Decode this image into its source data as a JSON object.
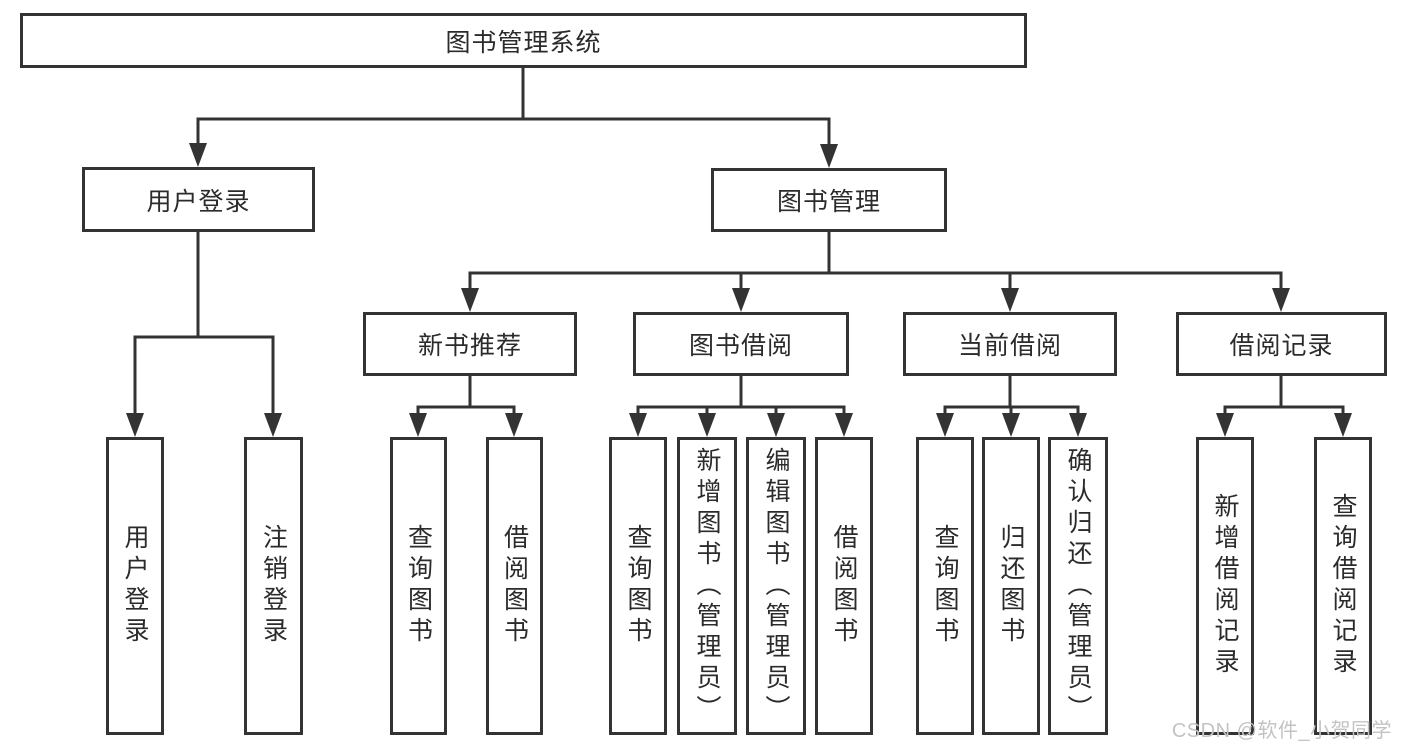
{
  "colors": {
    "background": "#ffffff",
    "line": "#333333",
    "box_border": "#333333",
    "box_fill": "#ffffff",
    "text": "#2b2b2b",
    "watermark": "#c3c3c3"
  },
  "watermark": {
    "text": "CSDN @软件_小贺同学"
  },
  "tree": {
    "root": {
      "label": "图书管理系统"
    },
    "branches": [
      {
        "label": "用户登录",
        "children": [
          {
            "label": "用户登录"
          },
          {
            "label": "注销登录"
          }
        ]
      },
      {
        "label": "图书管理",
        "children": [
          {
            "label": "新书推荐",
            "children": [
              {
                "label": "查询图书"
              },
              {
                "label": "借阅图书"
              }
            ]
          },
          {
            "label": "图书借阅",
            "children": [
              {
                "label": "查询图书"
              },
              {
                "label": "新增图书（管理员）"
              },
              {
                "label": "编辑图书（管理员）"
              },
              {
                "label": "借阅图书"
              }
            ]
          },
          {
            "label": "当前借阅",
            "children": [
              {
                "label": "查询图书"
              },
              {
                "label": "归还图书"
              },
              {
                "label": "确认归还（管理员）"
              }
            ]
          },
          {
            "label": "借阅记录",
            "children": [
              {
                "label": "新增借阅记录"
              },
              {
                "label": "查询借阅记录"
              }
            ]
          }
        ]
      }
    ]
  }
}
